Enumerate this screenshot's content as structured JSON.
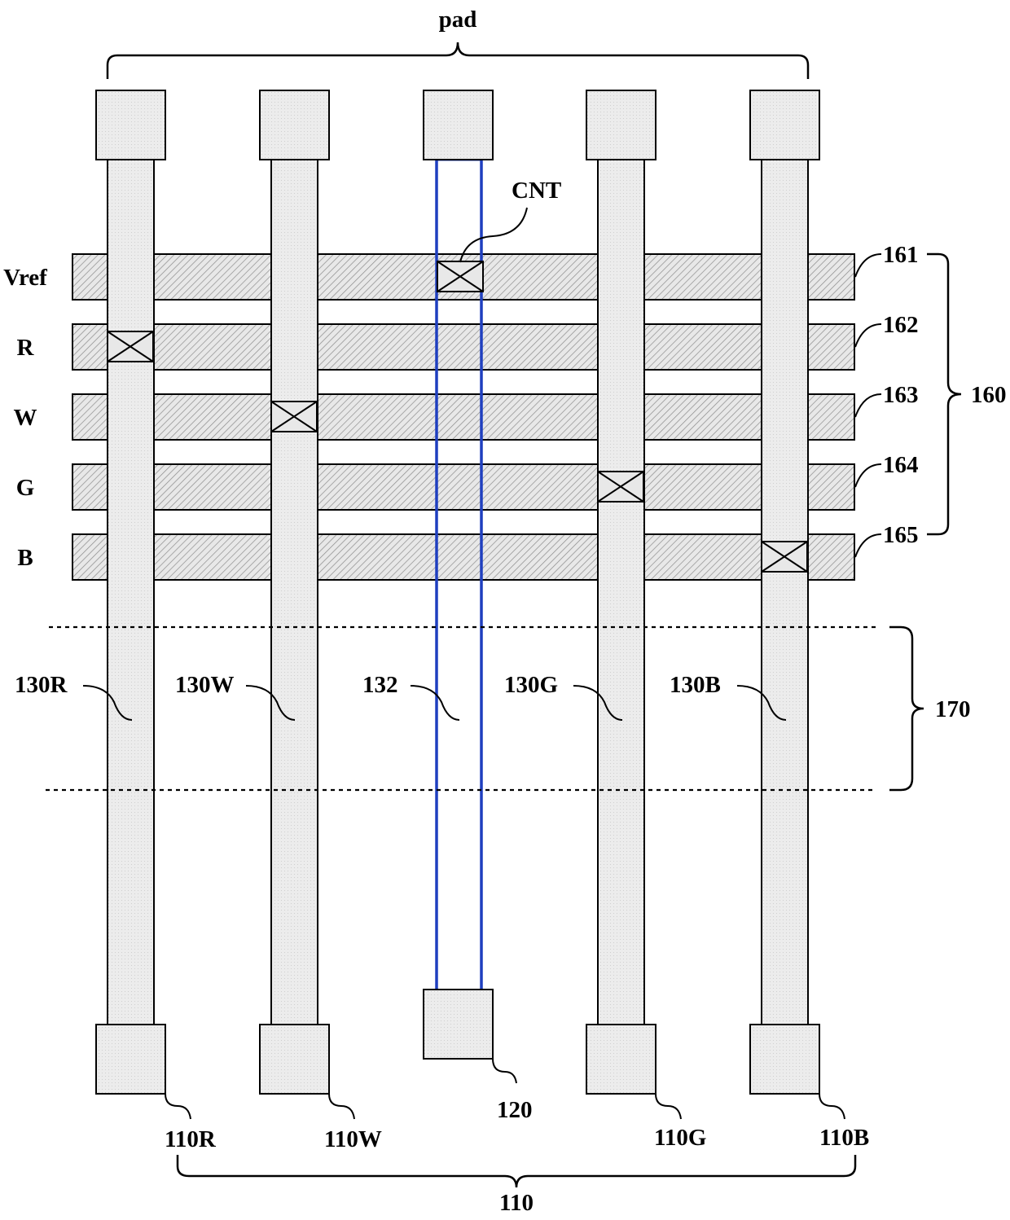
{
  "labels": {
    "pad": "pad",
    "cnt": "CNT",
    "rows": [
      "Vref",
      "R",
      "W",
      "G",
      "B"
    ],
    "row_refs": [
      "161",
      "162",
      "163",
      "164",
      "165"
    ],
    "group_160": "160",
    "group_170": "170",
    "columns": [
      "130R",
      "130W",
      "132",
      "130G",
      "130B"
    ],
    "bottom_pads": [
      "110R",
      "110W",
      "120",
      "110G",
      "110B"
    ],
    "group_110": "110"
  },
  "colors": {
    "line_fill": "#e6e6e6",
    "hatch": "#9a9a9a",
    "stroke": "#000000",
    "blue_line": "#1f3fbf"
  }
}
